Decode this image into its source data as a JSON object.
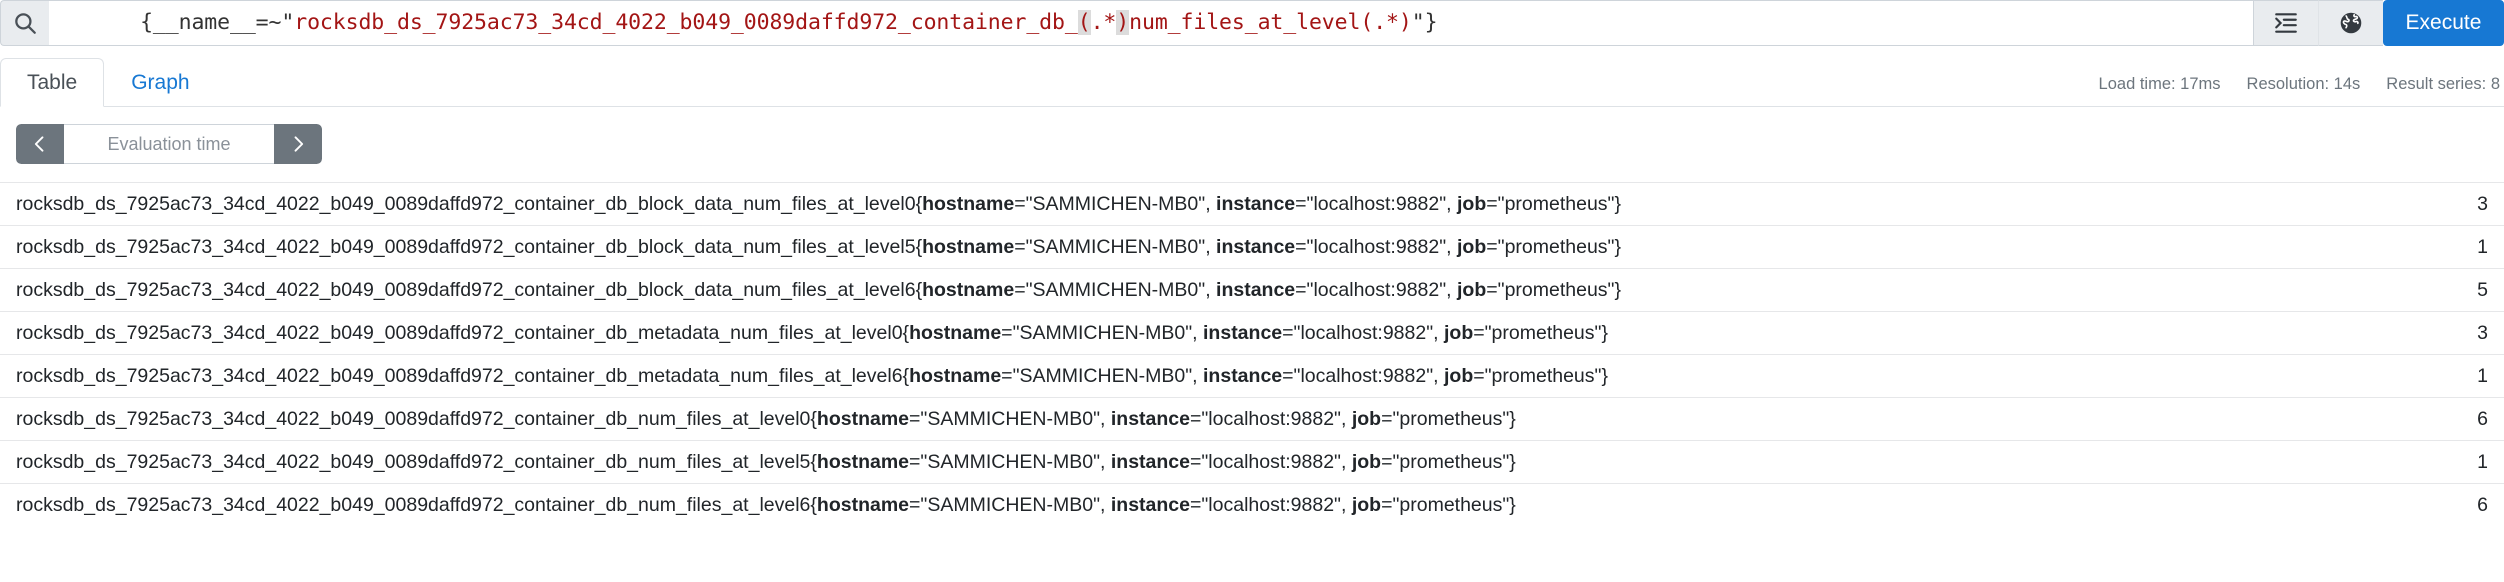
{
  "query_bar": {
    "search_icon": "search-icon",
    "query_prefix": "{__name__=~\"",
    "query_metric": "rocksdb_ds_7925ac73_34cd_4022_b049_0089daffd972_container_db_",
    "query_group1_open": "(",
    "query_group1_body": ".*",
    "query_group1_close": ")",
    "query_middle": "num_files_at_level",
    "query_group2": "(.*)",
    "query_suffix": "\"}",
    "full_query": "{__name__=~\"rocksdb_ds_7925ac73_34cd_4022_b049_0089daffd972_container_db_(.*)num_files_at_level(.*)\"}",
    "format_icon": "format-indent-icon",
    "globe_icon": "globe-icon",
    "execute_label": "Execute",
    "execute_color": "#1778d3"
  },
  "tabs": [
    {
      "label": "Table",
      "active": true
    },
    {
      "label": "Graph",
      "active": false
    }
  ],
  "meta": {
    "load_time": "Load time: 17ms",
    "resolution": "Resolution: 14s",
    "result_series": "Result series: 8"
  },
  "eval_control": {
    "prev_icon": "chevron-left-icon",
    "next_icon": "chevron-right-icon",
    "placeholder": "Evaluation time",
    "value": ""
  },
  "table": {
    "rows": [
      {
        "metric": "rocksdb_ds_7925ac73_34cd_4022_b049_0089daffd972_container_db_block_data_num_files_at_level0",
        "labels": [
          {
            "name": "hostname",
            "value": "\"SAMMICHEN-MB0\""
          },
          {
            "name": "instance",
            "value": "\"localhost:9882\""
          },
          {
            "name": "job",
            "value": "\"prometheus\""
          }
        ],
        "value": "3"
      },
      {
        "metric": "rocksdb_ds_7925ac73_34cd_4022_b049_0089daffd972_container_db_block_data_num_files_at_level5",
        "labels": [
          {
            "name": "hostname",
            "value": "\"SAMMICHEN-MB0\""
          },
          {
            "name": "instance",
            "value": "\"localhost:9882\""
          },
          {
            "name": "job",
            "value": "\"prometheus\""
          }
        ],
        "value": "1"
      },
      {
        "metric": "rocksdb_ds_7925ac73_34cd_4022_b049_0089daffd972_container_db_block_data_num_files_at_level6",
        "labels": [
          {
            "name": "hostname",
            "value": "\"SAMMICHEN-MB0\""
          },
          {
            "name": "instance",
            "value": "\"localhost:9882\""
          },
          {
            "name": "job",
            "value": "\"prometheus\""
          }
        ],
        "value": "5"
      },
      {
        "metric": "rocksdb_ds_7925ac73_34cd_4022_b049_0089daffd972_container_db_metadata_num_files_at_level0",
        "labels": [
          {
            "name": "hostname",
            "value": "\"SAMMICHEN-MB0\""
          },
          {
            "name": "instance",
            "value": "\"localhost:9882\""
          },
          {
            "name": "job",
            "value": "\"prometheus\""
          }
        ],
        "value": "3"
      },
      {
        "metric": "rocksdb_ds_7925ac73_34cd_4022_b049_0089daffd972_container_db_metadata_num_files_at_level6",
        "labels": [
          {
            "name": "hostname",
            "value": "\"SAMMICHEN-MB0\""
          },
          {
            "name": "instance",
            "value": "\"localhost:9882\""
          },
          {
            "name": "job",
            "value": "\"prometheus\""
          }
        ],
        "value": "1"
      },
      {
        "metric": "rocksdb_ds_7925ac73_34cd_4022_b049_0089daffd972_container_db_num_files_at_level0",
        "labels": [
          {
            "name": "hostname",
            "value": "\"SAMMICHEN-MB0\""
          },
          {
            "name": "instance",
            "value": "\"localhost:9882\""
          },
          {
            "name": "job",
            "value": "\"prometheus\""
          }
        ],
        "value": "6"
      },
      {
        "metric": "rocksdb_ds_7925ac73_34cd_4022_b049_0089daffd972_container_db_num_files_at_level5",
        "labels": [
          {
            "name": "hostname",
            "value": "\"SAMMICHEN-MB0\""
          },
          {
            "name": "instance",
            "value": "\"localhost:9882\""
          },
          {
            "name": "job",
            "value": "\"prometheus\""
          }
        ],
        "value": "1"
      },
      {
        "metric": "rocksdb_ds_7925ac73_34cd_4022_b049_0089daffd972_container_db_num_files_at_level6",
        "labels": [
          {
            "name": "hostname",
            "value": "\"SAMMICHEN-MB0\""
          },
          {
            "name": "instance",
            "value": "\"localhost:9882\""
          },
          {
            "name": "job",
            "value": "\"prometheus\""
          }
        ],
        "value": "6"
      }
    ]
  }
}
